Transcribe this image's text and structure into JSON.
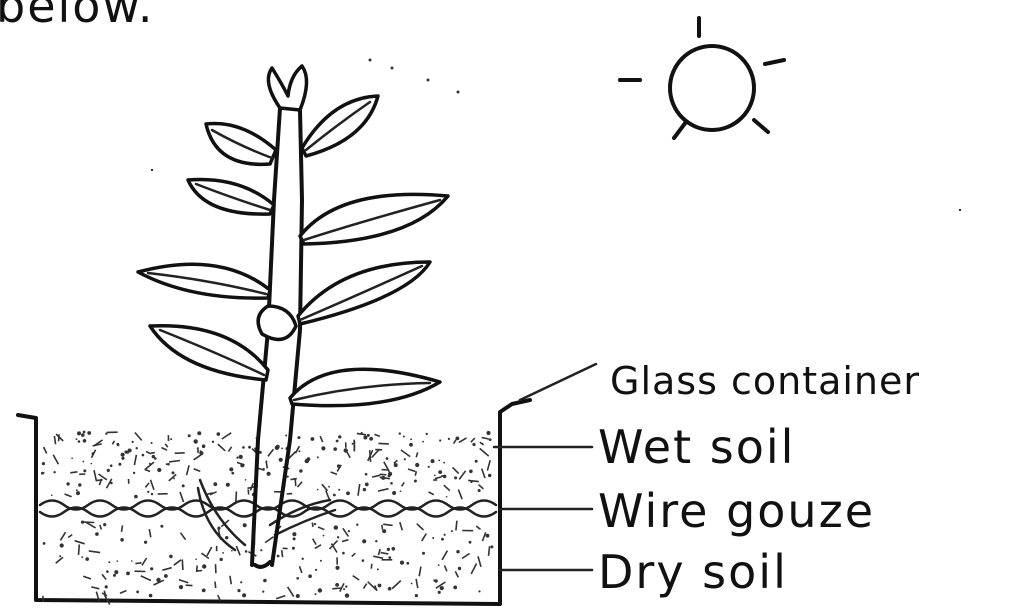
{
  "caption_fragment": "below.",
  "labels": {
    "glass_container": "Glass container",
    "wet_soil": "Wet soil",
    "wire_gauze": "Wire gouze",
    "dry_soil": "Dry soil"
  }
}
